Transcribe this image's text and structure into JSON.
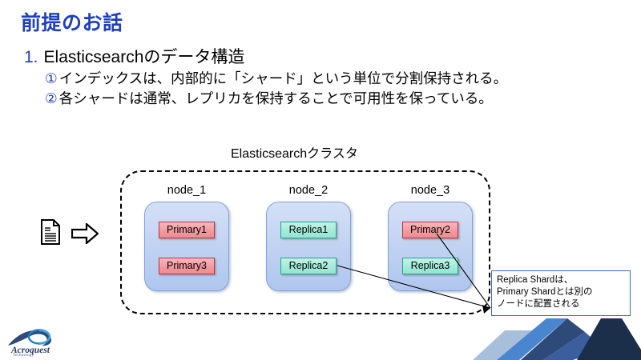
{
  "slide": {
    "title": "前提のお話"
  },
  "body": {
    "level1": [
      {
        "marker": "1.",
        "text": "Elasticsearchのデータ構造"
      }
    ],
    "level2": [
      {
        "marker": "①",
        "text": "インデックスは、内部的に「シャード」という単位で分割保持される。"
      },
      {
        "marker": "②",
        "text": "各シャードは通常、レプリカを保持することで可用性を保っている。"
      }
    ]
  },
  "diagram": {
    "cluster_title": "Elasticsearchクラスタ",
    "nodes": [
      {
        "label": "node_1",
        "shards": [
          {
            "name": "Primary1",
            "type": "primary"
          },
          {
            "name": "Primary3",
            "type": "primary"
          }
        ]
      },
      {
        "label": "node_2",
        "shards": [
          {
            "name": "Replica1",
            "type": "replica"
          },
          {
            "name": "Replica2",
            "type": "replica"
          }
        ]
      },
      {
        "label": "node_3",
        "shards": [
          {
            "name": "Primary2",
            "type": "primary"
          },
          {
            "name": "Replica3",
            "type": "replica"
          }
        ]
      }
    ],
    "callout": {
      "lines": [
        "Replica Shardは、",
        "Primary Shardとは別の",
        "ノードに配置される"
      ]
    },
    "icons": {
      "document": "document-icon",
      "arrow": "right-arrow-icon"
    }
  },
  "logo": {
    "name": "Acroquest",
    "sub": "Technology"
  },
  "colors": {
    "title_blue": "#1F3FBF",
    "marker_blue": "#1F3FBF",
    "primary_fill": "#F29A9F",
    "primary_border": "#C0303C",
    "replica_fill": "#A5EBDA",
    "replica_border": "#1FA58C",
    "node_fill": "#C3D4F2",
    "node_border": "#7FA3DC",
    "callout_border": "#3B6BB5",
    "ribbon_light": "#A8BFDC",
    "ribbon_medium": "#4A86D0",
    "ribbon_mid": "#3A5E9E",
    "ribbon_dark": "#1B2E4A"
  }
}
